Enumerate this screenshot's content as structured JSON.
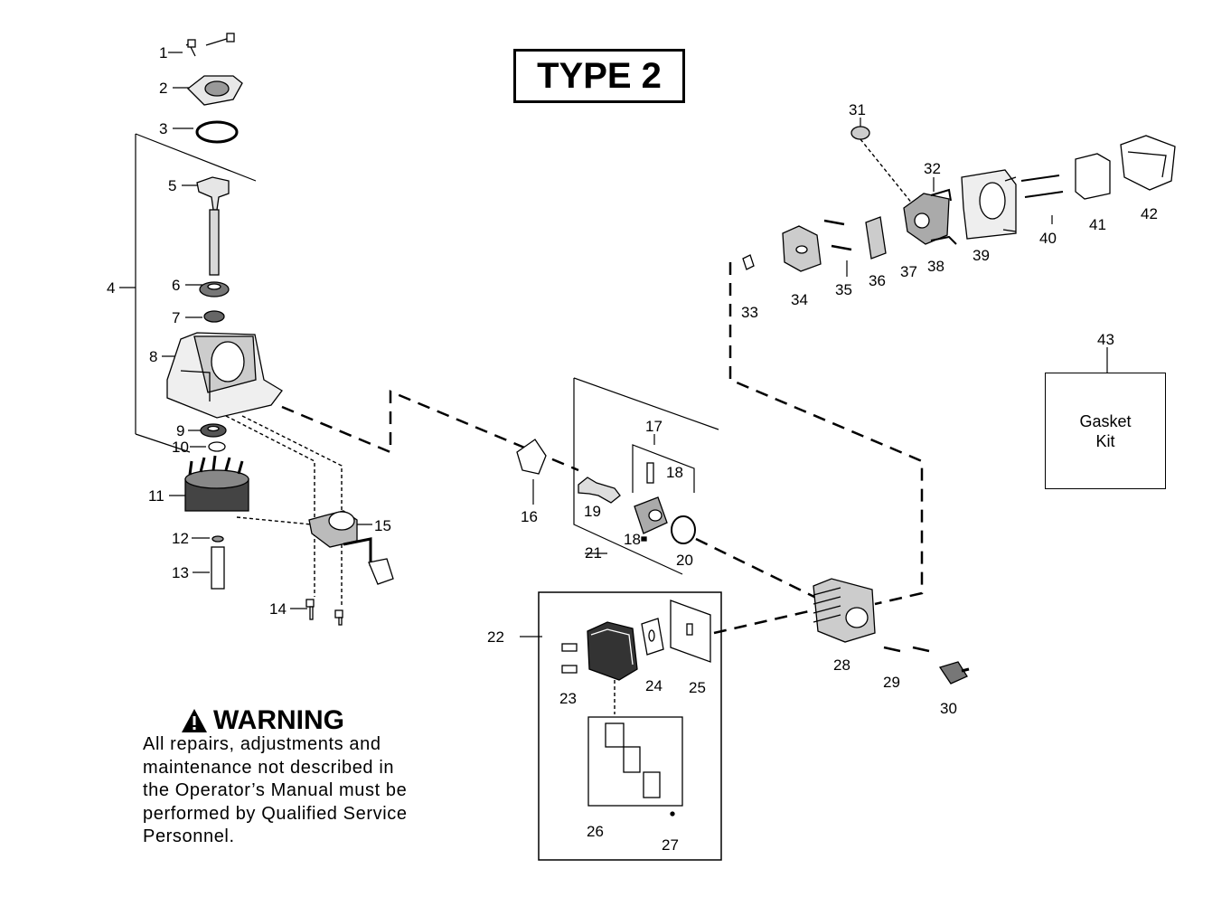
{
  "type_label": "TYPE 2",
  "gasket_kit": {
    "line1": "Gasket",
    "line2": "Kit"
  },
  "warning": {
    "title": "WARNING",
    "lines": [
      "All repairs, adjustments and",
      "maintenance not described in",
      "the Operator’s Manual must be",
      "performed by Qualified Service",
      "Personnel."
    ]
  },
  "part_numbers": {
    "p1": "1",
    "p2": "2",
    "p3": "3",
    "p4": "4",
    "p5": "5",
    "p6": "6",
    "p7": "7",
    "p8": "8",
    "p9": "9",
    "p10": "10",
    "p11": "11",
    "p12": "12",
    "p13": "13",
    "p14": "14",
    "p15": "15",
    "p16": "16",
    "p17": "17",
    "p18a": "18",
    "p18b": "18",
    "p19": "19",
    "p20": "20",
    "p21": "21",
    "p22": "22",
    "p23": "23",
    "p24": "24",
    "p25": "25",
    "p26": "26",
    "p27": "27",
    "p28": "28",
    "p29": "29",
    "p30": "30",
    "p31": "31",
    "p32": "32",
    "p33": "33",
    "p34": "34",
    "p35": "35",
    "p36": "36",
    "p37": "37",
    "p38": "38",
    "p39": "39",
    "p40": "40",
    "p41": "41",
    "p42": "42",
    "p43": "43"
  },
  "icons": {
    "warning": "warning-triangle-icon"
  }
}
